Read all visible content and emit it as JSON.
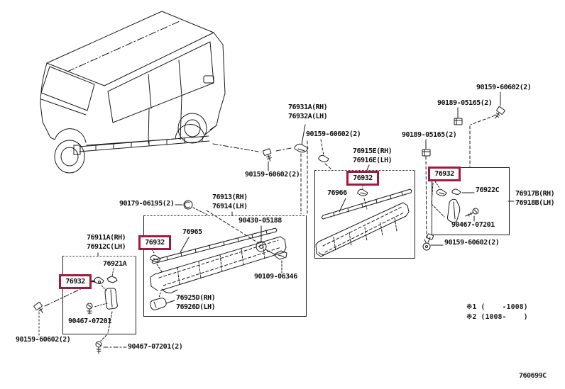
{
  "diagram": {
    "figure_code": "760699C",
    "highlight": {
      "part": "76932",
      "color": "#a11a3e"
    },
    "notes": [
      "※1 (    -1008)",
      "※2 (1008-    )"
    ],
    "callouts": [
      {
        "text": "90159-60602(2)"
      },
      {
        "text": "90189-05165(2)"
      },
      {
        "text": "76931A(RH)"
      },
      {
        "text": "76932A(LH)"
      },
      {
        "text": "90159-60602(2)"
      },
      {
        "text": "90189-05165(2)"
      },
      {
        "text": "76915E(RH)"
      },
      {
        "text": "76916E(LH)"
      },
      {
        "text": "90159-60602(2)"
      },
      {
        "text": "76913(RH)"
      },
      {
        "text": "76914(LH)"
      },
      {
        "text": "90179-06195(2)"
      },
      {
        "text": "76966"
      },
      {
        "text": "76922C"
      },
      {
        "text": "76917B(RH)"
      },
      {
        "text": "76918B(LH)"
      },
      {
        "text": "90430-05188"
      },
      {
        "text": "76965"
      },
      {
        "text": "76911A(RH)"
      },
      {
        "text": "76912C(LH)"
      },
      {
        "text": "90467-07201"
      },
      {
        "text": "90159-60602(2)"
      },
      {
        "text": "76921A"
      },
      {
        "text": "90109-06346"
      },
      {
        "text": "76925D(RH)"
      },
      {
        "text": "76926D(LH)"
      },
      {
        "text": "90467-07201"
      },
      {
        "text": "90159-60602(2)"
      },
      {
        "text": "90467-07201(2)"
      }
    ]
  }
}
